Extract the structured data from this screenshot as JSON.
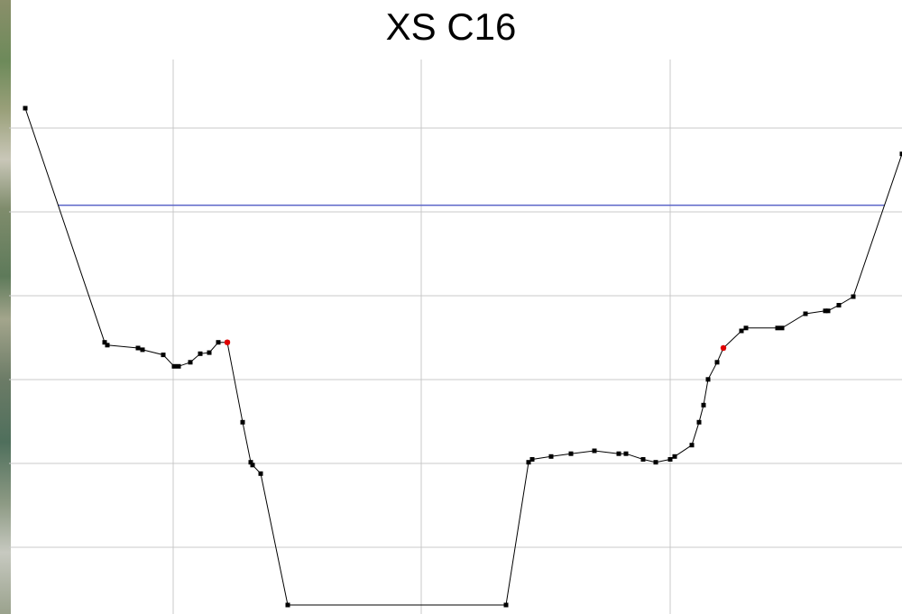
{
  "chart_data": {
    "type": "line",
    "title": "XS C16",
    "xlabel": "",
    "ylabel": "",
    "grid": true,
    "xlim": [
      0,
      1000
    ],
    "ylim": [
      0,
      100
    ],
    "colors": {
      "ground": "#000000",
      "point": "#000000",
      "bank_station": "#e00000",
      "water_surface": "#5a64c8",
      "grid": "#c8c8c8"
    },
    "water_surface": {
      "name": "",
      "y": 71
    },
    "bank_stations": [
      {
        "x": 252,
        "y": 47
      },
      {
        "x": 802,
        "y": 46
      }
    ],
    "series": [
      {
        "name": "",
        "x": [
          28,
          116,
          119,
          153,
          158,
          181,
          193,
          198,
          211,
          222,
          232,
          242,
          252,
          269,
          278,
          280,
          289,
          319,
          561,
          586,
          590,
          611,
          633,
          659,
          686,
          694,
          713,
          727,
          743,
          748,
          767,
          775,
          780,
          785,
          795,
          802,
          822,
          827,
          862,
          867,
          893,
          915,
          918,
          930,
          946,
          1000
        ],
        "y": [
          88,
          47,
          46.5,
          46,
          45.7,
          44.8,
          42.8,
          42.8,
          43.5,
          45,
          45.2,
          47,
          47,
          33,
          26,
          25.5,
          24,
          1,
          1,
          26,
          26.5,
          27,
          27.5,
          28,
          27.5,
          27.5,
          26.5,
          26,
          26.5,
          27,
          29,
          33,
          36,
          40.5,
          43.5,
          46,
          49,
          49.5,
          49.5,
          49.5,
          52,
          52.5,
          52.5,
          53.5,
          55,
          80
        ]
      }
    ]
  }
}
